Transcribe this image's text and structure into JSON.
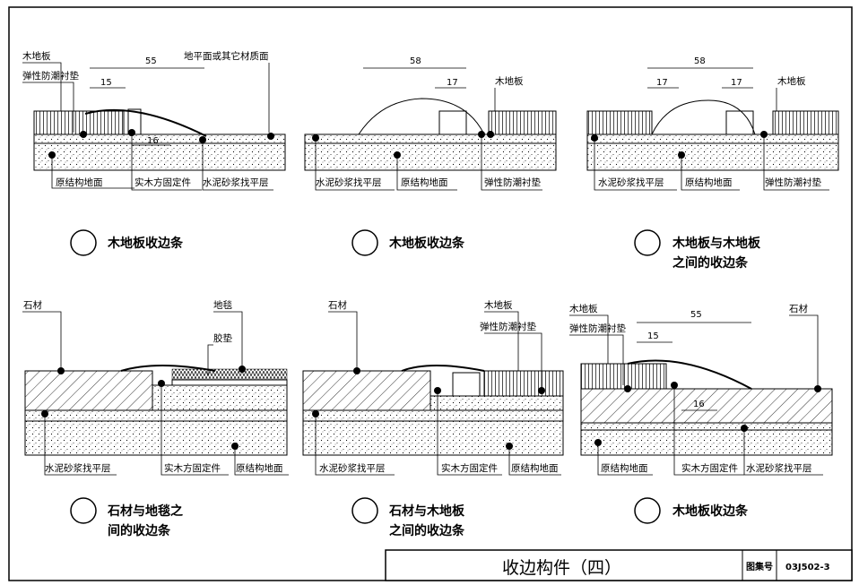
{
  "labels": {
    "p1": {
      "wood": "木地板",
      "pad": "弹性防潮衬垫",
      "floor": "地平面或其它材质面",
      "base": "原结构地面",
      "fix": "实木方固定件",
      "mortar": "水泥砂浆找平层",
      "caption": "木地板收边条",
      "d1": "55",
      "d2": "15",
      "d3": "16"
    },
    "p2": {
      "wood": "木地板",
      "mortar": "水泥砂浆找平层",
      "base": "原结构地面",
      "pad": "弹性防潮衬垫",
      "caption": "木地板收边条",
      "d1": "58",
      "d2": "17"
    },
    "p3": {
      "wood": "木地板",
      "mortar": "水泥砂浆找平层",
      "base": "原结构地面",
      "pad": "弹性防潮衬垫",
      "caption1": "木地板与木地板",
      "caption2": "之间的收边条",
      "d1": "58",
      "d2": "17",
      "d3": "17"
    },
    "p4": {
      "stone": "石材",
      "carpet": "地毯",
      "glue": "胶垫",
      "mortar": "水泥砂浆找平层",
      "fix": "实木方固定件",
      "base": "原结构地面",
      "caption1": "石材与地毯之",
      "caption2": "间的收边条"
    },
    "p5": {
      "stone": "石材",
      "wood": "木地板",
      "pad": "弹性防潮衬垫",
      "mortar": "水泥砂浆找平层",
      "fix": "实木方固定件",
      "base": "原结构地面",
      "caption1": "石材与木地板",
      "caption2": "之间的收边条"
    },
    "p6": {
      "wood": "木地板",
      "pad": "弹性防潮衬垫",
      "stone": "石材",
      "base": "原结构地面",
      "fix": "实木方固定件",
      "mortar": "水泥砂浆找平层",
      "caption": "木地板收边条",
      "d1": "55",
      "d2": "15",
      "d3": "16"
    }
  },
  "title_block": {
    "title": "收边构件（四）",
    "atlas_label": "图集号",
    "atlas_no": "03J502-3"
  }
}
